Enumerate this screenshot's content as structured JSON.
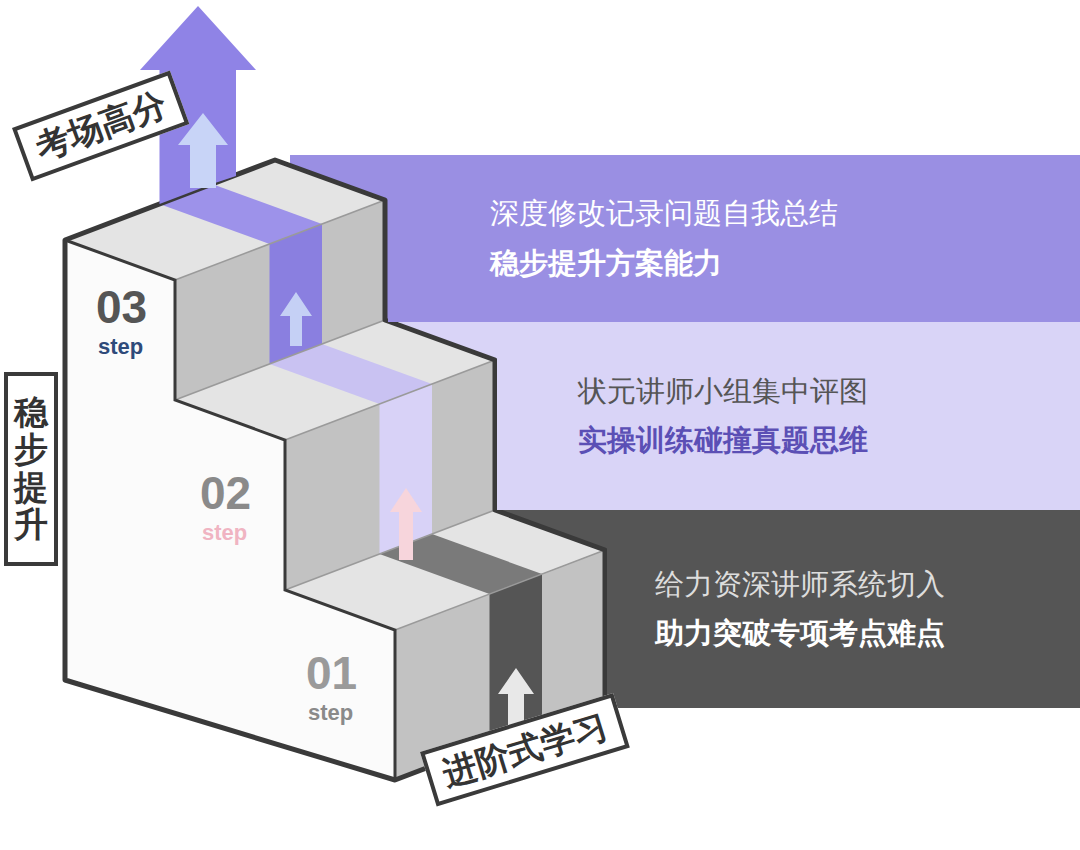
{
  "diagram": {
    "nodes": [
      {
        "text": [
          "考场高分"
        ]
      },
      {
        "text": [
          "深度修改记录问题自我总结",
          "稳步提升方案能力"
        ]
      },
      {
        "text": [
          "状元讲师小组集中评图",
          "实操训练碰撞真题思维"
        ]
      },
      {
        "text": [
          "给力资深讲师系统切入",
          "助力突破专项考点难点"
        ]
      },
      {
        "text": [
          "稳步提升"
        ]
      },
      {
        "text": [
          "进阶式学习"
        ]
      }
    ],
    "labels": [
      "03",
      "step",
      "02",
      "step",
      "01",
      "step"
    ]
  }
}
